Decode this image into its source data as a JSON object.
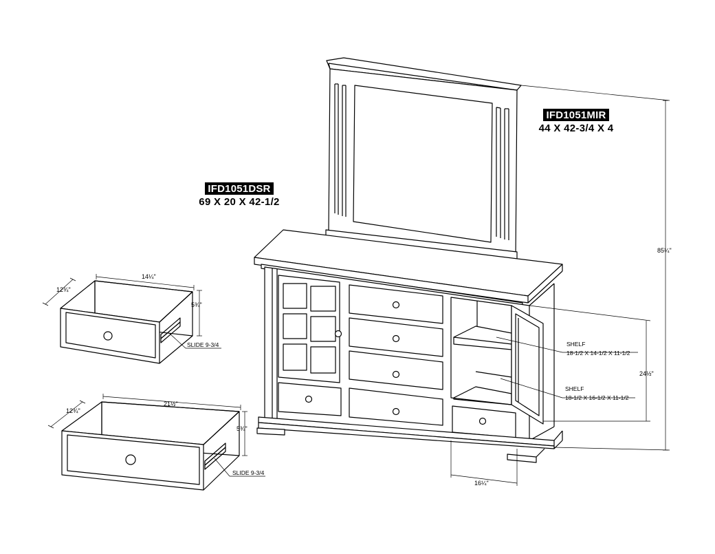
{
  "mirror": {
    "model": "IFD1051MIR",
    "dimensions": "44 X 42-3/4 X 4",
    "overall_height": "85¼\""
  },
  "dresser": {
    "model": "IFD1051DSR",
    "dimensions": "69 X 20 X 42-1/2",
    "cabinet_height": "24½\"",
    "cabinet_width": "16¼\""
  },
  "shelves": [
    {
      "label": "SHELF",
      "size": "18-1/2 X 14-1/2 X 11-1/2"
    },
    {
      "label": "SHELF",
      "size": "18-1/2 X 16-1/2 X 11-1/2"
    }
  ],
  "small_drawer": {
    "width": "14¼\"",
    "depth": "12¾\"",
    "height": "5¾\"",
    "slide": "SLIDE 9-3/4"
  },
  "large_drawer": {
    "width": "21½\"",
    "depth": "12¾\"",
    "height": "5¾\"",
    "slide": "SLIDE 9-3/4"
  }
}
